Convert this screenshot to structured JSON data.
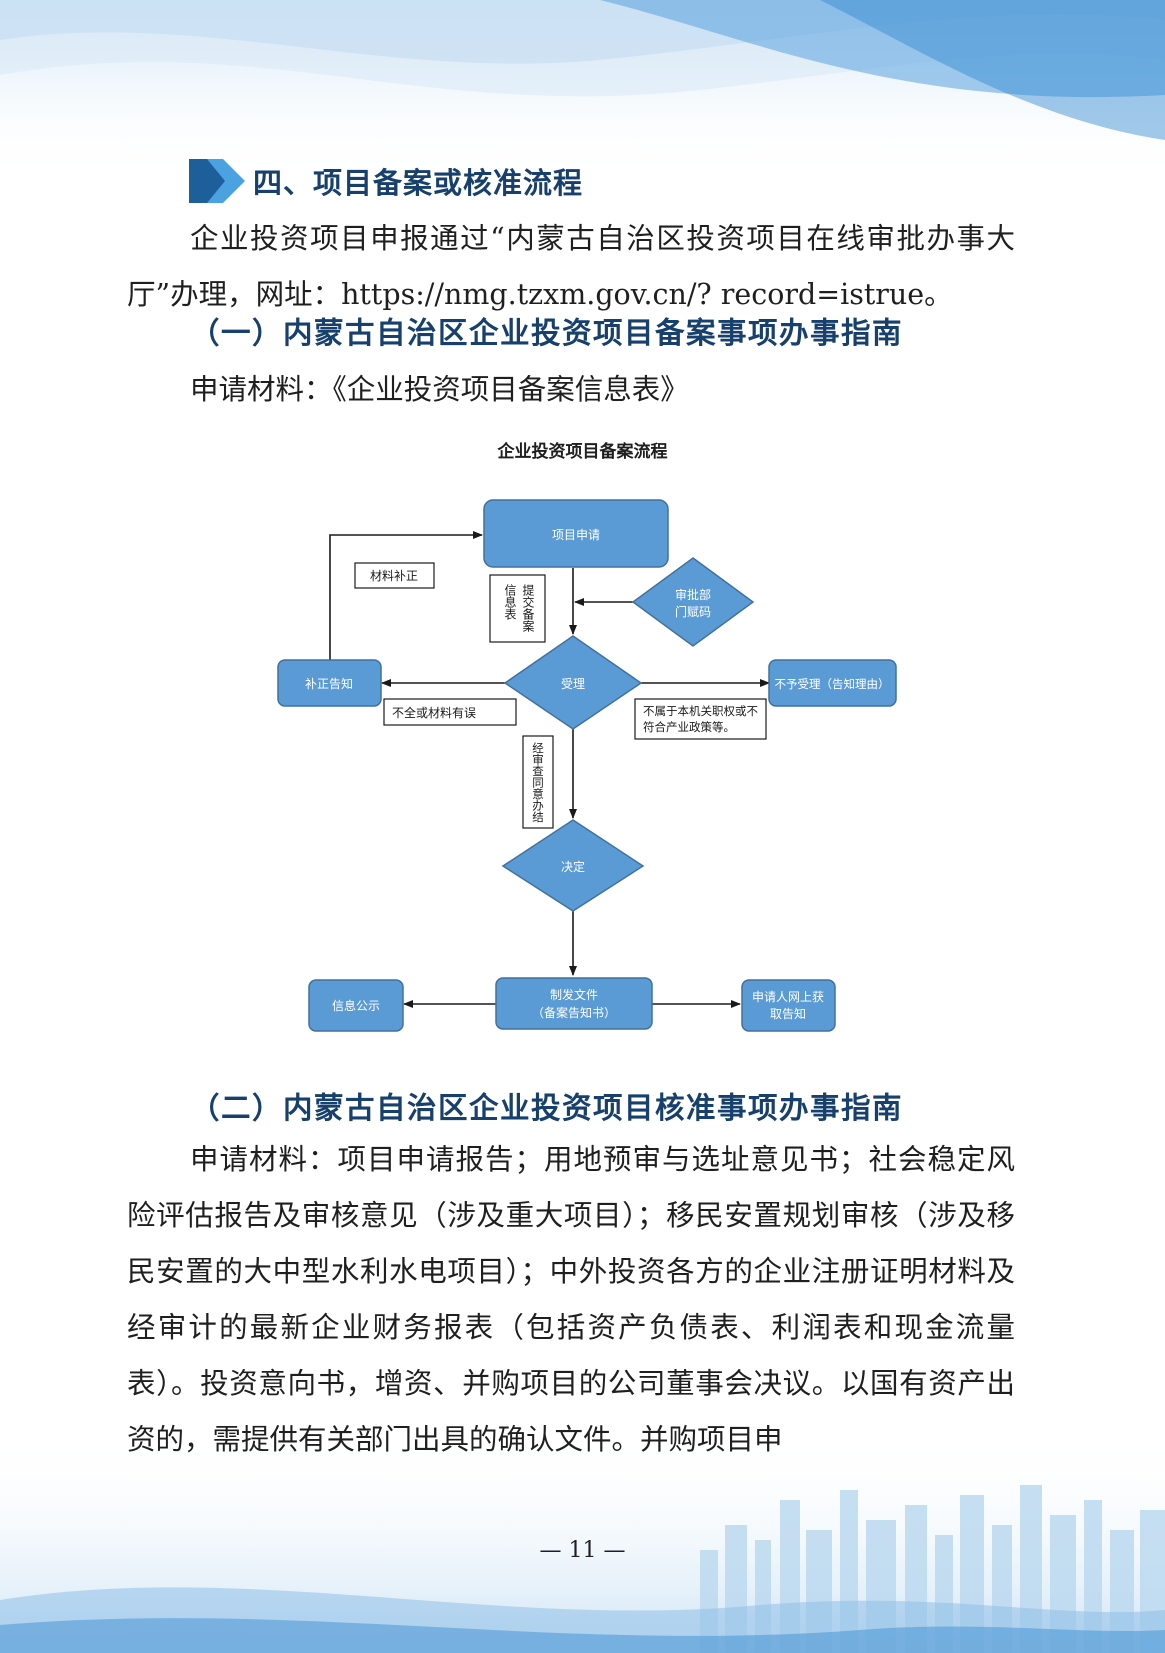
{
  "colors": {
    "heading": "#17406d",
    "node_fill": "#5b9bd5",
    "node_stroke": "#41719c",
    "arrow": "#1a1a1a"
  },
  "heading": {
    "icon": "double-chevron-arrow-icon",
    "text": "四、项目备案或核准流程"
  },
  "intro": {
    "text": "企业投资项目申报通过“内蒙古自治区投资项目在线审批办事大厅”办理，网址：https://nmg.tzxm.gov.cn/? record=istrue。"
  },
  "section1": {
    "title": "（一）内蒙古自治区企业投资项目备案事项办事指南",
    "materials": "申请材料：《企业投资项目备案信息表》"
  },
  "flowchart": {
    "title": "企业投资项目备案流程",
    "nodes": {
      "apply": "项目申请",
      "code": [
        "审批部",
        "门赋码"
      ],
      "accept": "受理",
      "supplement": "补正告知",
      "reject": "不予受理（告知理由）",
      "decide": "决定",
      "issue": [
        "制发文件",
        "（备案告知书）"
      ],
      "publish": "信息公示",
      "notify": [
        "申请人网上获",
        "取告知"
      ]
    },
    "labels": {
      "fix_materials": "材料补正",
      "submit_col1": "信息表",
      "submit_col2": "提交备案",
      "incomplete": "不全或材料有误",
      "not_in_scope": [
        "不属于本机关职权或不",
        "符合产业政策等。"
      ],
      "approved": "经审查同意办结"
    }
  },
  "section2": {
    "title": "（二）内蒙古自治区企业投资项目核准事项办事指南",
    "materials": "申请材料：项目申请报告；用地预审与选址意见书；社会稳定风险评估报告及审核意见（涉及重大项目）；移民安置规划审核（涉及移民安置的大中型水利水电项目）；中外投资各方的企业注册证明材料及经审计的最新企业财务报表（包括资产负债表、利润表和现金流量表）。投资意向书，增资、并购项目的公司董事会决议。以国有资产出资的，需提供有关部门出具的确认文件。并购项目申"
  },
  "footer": {
    "page_number": "— 11 —"
  }
}
